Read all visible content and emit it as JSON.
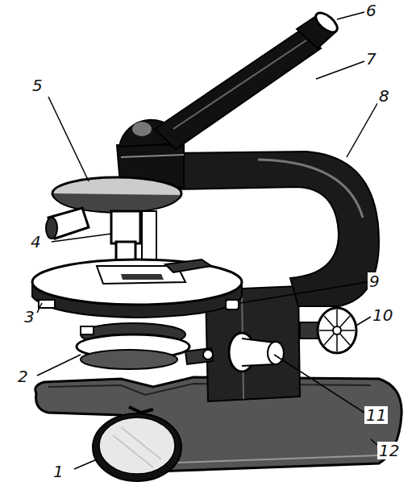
{
  "diagram": {
    "labels": [
      "6",
      "7",
      "5",
      "8",
      "4",
      "9",
      "3",
      "10",
      "2",
      "11",
      "1",
      "12"
    ]
  }
}
